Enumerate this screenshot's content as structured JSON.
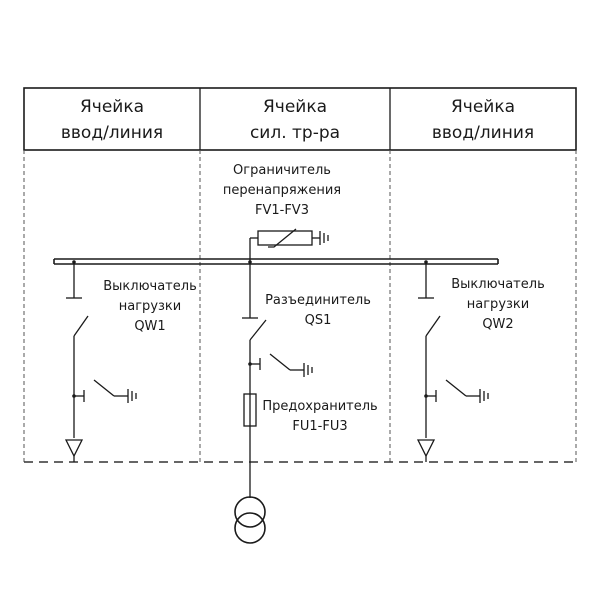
{
  "header": {
    "cell_left": [
      "Ячейка",
      "ввод/линия"
    ],
    "cell_middle": [
      "Ячейка",
      "сил. тр-ра"
    ],
    "cell_right": [
      "Ячейка",
      "ввод/линия"
    ]
  },
  "surge_arrester": {
    "label": [
      "Ограничитель",
      "перенапряжения",
      "FV1-FV3"
    ]
  },
  "load_switch_left": {
    "label": [
      "Выключатель",
      "нагрузки",
      "QW1"
    ]
  },
  "disconnector": {
    "label": [
      "Разъединитель",
      "QS1"
    ]
  },
  "fuse": {
    "label": [
      "Предохранитель",
      "FU1-FU3"
    ]
  },
  "load_switch_right": {
    "label": [
      "Выключатель",
      "нагрузки",
      "QW2"
    ]
  }
}
